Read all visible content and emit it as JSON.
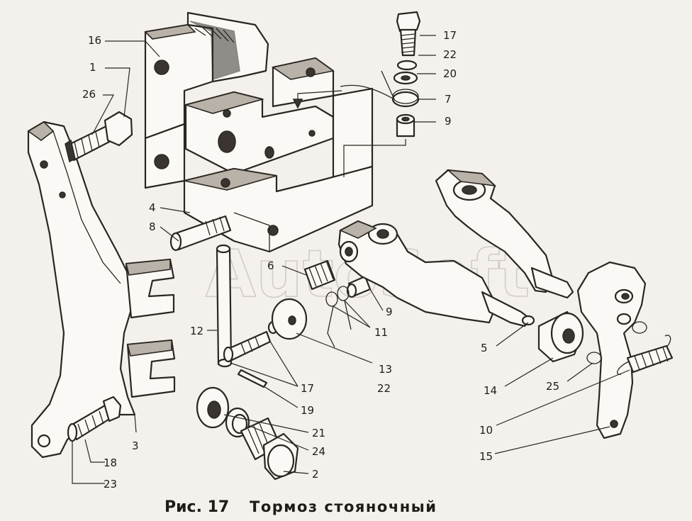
{
  "watermark": "AutoSoft",
  "caption": {
    "figure": "Рис. 17",
    "title": "Тормоз стояночный"
  },
  "labels": {
    "l16": "16",
    "l1": "1",
    "l26": "26",
    "l4": "4",
    "l8": "8",
    "l17a": "17",
    "l22a": "22",
    "l20": "20",
    "l7": "7",
    "l9a": "9",
    "l6": "6",
    "l9b": "9",
    "l11": "11",
    "l12": "12",
    "l13": "13",
    "l17b": "17",
    "l22b": "22",
    "l19": "19",
    "l21": "21",
    "l24": "24",
    "l2": "2",
    "l3": "3",
    "l18": "18",
    "l23": "23",
    "l5": "5",
    "l14": "14",
    "l25": "25",
    "l10": "10",
    "l15": "15"
  }
}
